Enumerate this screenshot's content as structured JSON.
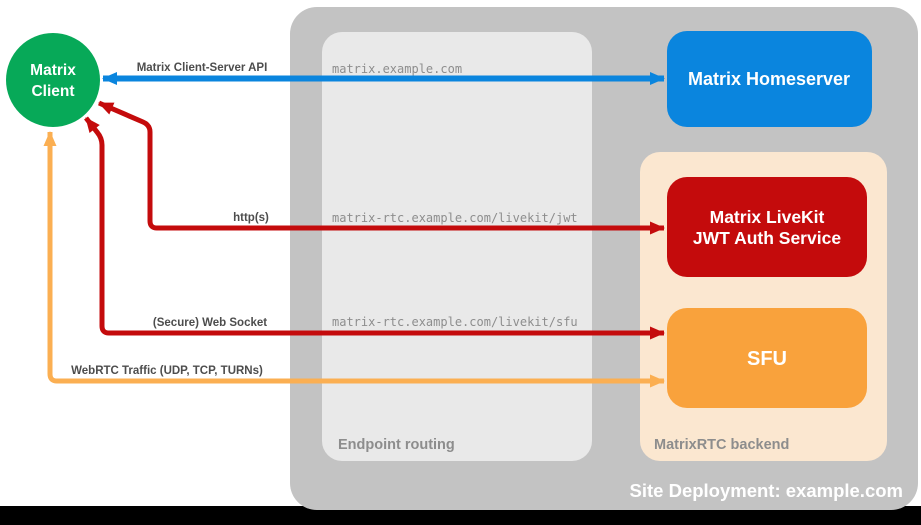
{
  "client": {
    "line1": "Matrix",
    "line2": "Client"
  },
  "homeserver": {
    "label": "Matrix Homeserver"
  },
  "backend": {
    "title": "MatrixRTC backend",
    "jwt_line1": "Matrix LiveKit",
    "jwt_line2": "JWT Auth Service",
    "sfu_label": "SFU"
  },
  "routing": {
    "title": "Endpoint routing",
    "url_homeserver": "matrix.example.com",
    "url_jwt": "matrix-rtc.example.com/livekit/jwt",
    "url_sfu": "matrix-rtc.example.com/livekit/sfu"
  },
  "arrows": {
    "client_server_api": "Matrix Client-Server API",
    "https": "http(s)",
    "websocket": "(Secure) Web Socket",
    "webrtc": "WebRTC Traffic (UDP, TCP, TURNs)"
  },
  "footer": {
    "site_deployment": "Site Deployment: example.com"
  },
  "colors": {
    "client_green": "#07a958",
    "homeserver_blue": "#0a85de",
    "service_red": "#c40b0c",
    "sfu_orange": "#f9a23c",
    "webrtc_arrow_orange": "#fbaf52",
    "container_gray": "#c3c3c3",
    "routing_panel_gray": "#e9e9e9",
    "backend_panel_peach": "#fbe7d0",
    "panel_title_gray": "#8d8d8d",
    "arrow_label_gray": "#4d4d4d",
    "url_text_gray": "#8d8d8d",
    "bottom_bar_black": "#000000"
  }
}
